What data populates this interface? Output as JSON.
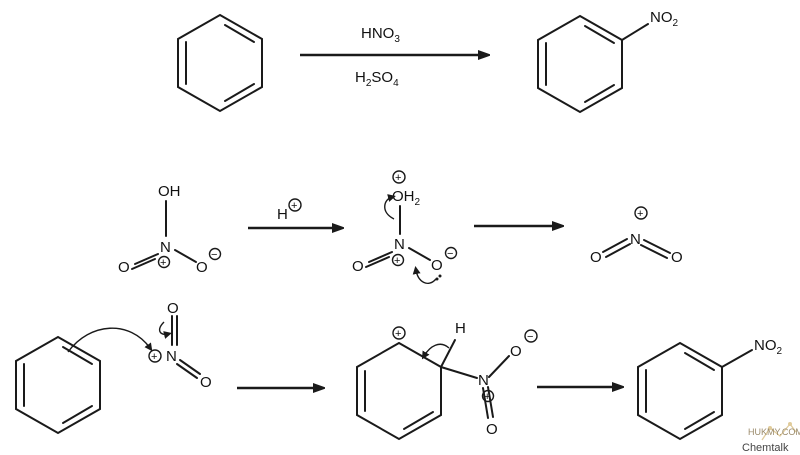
{
  "reaction1": {
    "reagent_top": "HNO",
    "reagent_top_sub": "3",
    "reagent_bottom_a": "H",
    "reagent_bottom_sub1": "2",
    "reagent_bottom_b": "SO",
    "reagent_bottom_sub2": "4",
    "product_group": "NO",
    "product_group_sub": "2"
  },
  "reaction2": {
    "oh": "OH",
    "n": "N",
    "o": "O",
    "plus": "+",
    "minus": "−",
    "h_plus": "H",
    "oh2": "OH",
    "oh2_sub": "2"
  },
  "reaction3": {
    "h": "H",
    "product_group": "NO",
    "product_group_sub": "2"
  },
  "watermark": {
    "site": "HUKMY.COM",
    "brand": "Chemtalk"
  },
  "colors": {
    "ink": "#1a1a1a",
    "watermark": "#9a8a6a"
  }
}
